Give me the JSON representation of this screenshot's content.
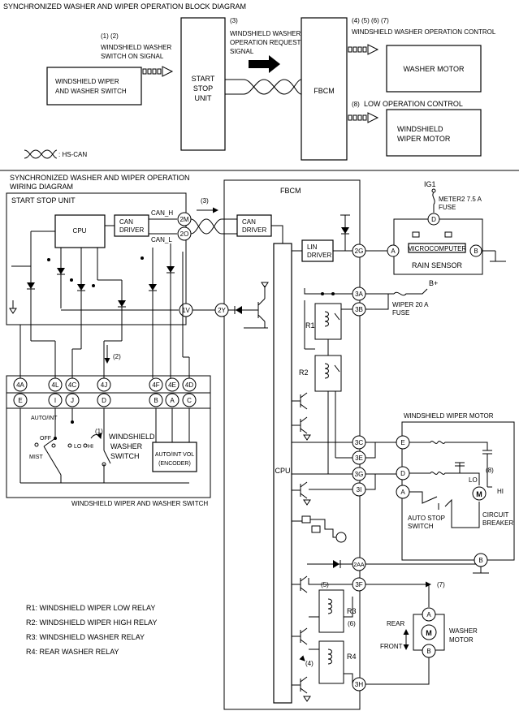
{
  "block": {
    "title": "SYNCHRONIZED WASHER AND WIPER OPERATION BLOCK DIAGRAM",
    "n12": "(1) (2)",
    "switch_signal": [
      "WINDSHIELD WASHER",
      "SWITCH ON SIGNAL"
    ],
    "wiper_switch": [
      "WINDSHIELD WIPER",
      "AND WASHER SWITCH"
    ],
    "ssu": [
      "START",
      "STOP",
      "UNIT"
    ],
    "n3": "(3)",
    "request": [
      "WINDSHIELD WASHER",
      "OPERATION REQUEST",
      "SIGNAL"
    ],
    "fbcm": "FBCM",
    "n4567": "(4) (5) (6) (7)",
    "washer_control": "WINDSHIELD WASHER  OPERATION CONTROL",
    "washer_motor": "WASHER MOTOR",
    "n8": "(8)",
    "low_control": "LOW OPERATION CONTROL",
    "wiper_motor": [
      "WINDSHIELD",
      "WIPER MOTOR"
    ],
    "hscan": ": HS-CAN"
  },
  "wiring": {
    "title": [
      "SYNCHRONIZED WASHER AND WIPER OPERATION",
      "WIRING DIAGRAM"
    ],
    "ssu_title": "START STOP UNIT",
    "cpu": "CPU",
    "can_driver": [
      "CAN",
      "DRIVER"
    ],
    "can_h": "CAN_H",
    "can_l": "CAN_L",
    "n3": "(3)",
    "fbcm": "FBCM",
    "lin_driver": [
      "LIN",
      "DRIVER"
    ],
    "ig1": "IG1",
    "meter_fuse": [
      "METER2 7.5 A",
      "FUSE"
    ],
    "microcomputer": "MICROCOMPUTER",
    "rain_sensor": "RAIN SENSOR",
    "bplus": "B+",
    "wiper_fuse": [
      "WIPER 20 A",
      "FUSE"
    ],
    "r1": "R1",
    "r2": "R2",
    "r3": "R3",
    "r4": "R4",
    "n2": "(2)",
    "n1": "(1)",
    "n4": "(4)",
    "n5": "(5)",
    "n6": "(6)",
    "n7": "(7)",
    "n8": "(8)",
    "cpu_fbcm": "CPU",
    "sw_top_pins": [
      "4A",
      "4L",
      "4C",
      "4J",
      "4F",
      "4E",
      "4D"
    ],
    "sw_bottom_pins": [
      "E",
      "I",
      "J",
      "D",
      "B",
      "A",
      "C"
    ],
    "auto_int": "AUTO/INT",
    "off": "OFF",
    "lo": "LO",
    "hi": "HI",
    "mist": "MIST",
    "washer_switch": [
      "WINDSHIELD",
      "WASHER",
      "SWITCH"
    ],
    "encoder": [
      "AUTO/INT VOL",
      "(ENCODER)"
    ],
    "sw_caption": "WINDSHIELD WIPER AND WASHER SWITCH",
    "wiper_motor_title": "WINDSHIELD WIPER MOTOR",
    "lo_motor": "LO",
    "hi_motor": "HI",
    "auto_stop": [
      "AUTO STOP",
      "SWITCH"
    ],
    "breaker": [
      "CIRCUIT",
      "BREAKER"
    ],
    "rear": "REAR",
    "front": "FRONT",
    "washer_motor": [
      "WASHER",
      "MOTOR"
    ],
    "connectors": {
      "c2M": "2M",
      "c2O": "2O",
      "c1V": "1V",
      "c2Y": "2Y",
      "c2G": "2G",
      "c3A": "3A",
      "c3B": "3B",
      "c3C": "3C",
      "c3E": "3E",
      "c3G": "3G",
      "c3I": "3I",
      "c2AA": "2AA",
      "c3F": "3F",
      "c3H": "3H"
    },
    "rain_pins": {
      "A": "A",
      "B": "B",
      "D": "D"
    },
    "motor_pins": {
      "E": "E",
      "D": "D",
      "A": "A",
      "B": "B"
    },
    "washer_pins": {
      "A": "A",
      "B": "B"
    },
    "motor_symbol": "M"
  },
  "legend": [
    "R1: WINDSHIELD WIPER LOW RELAY",
    "R2: WINDSHIELD WIPER HIGH RELAY",
    "R3: WINDSHIELD WASHER RELAY",
    "R4: REAR WASHER RELAY"
  ]
}
